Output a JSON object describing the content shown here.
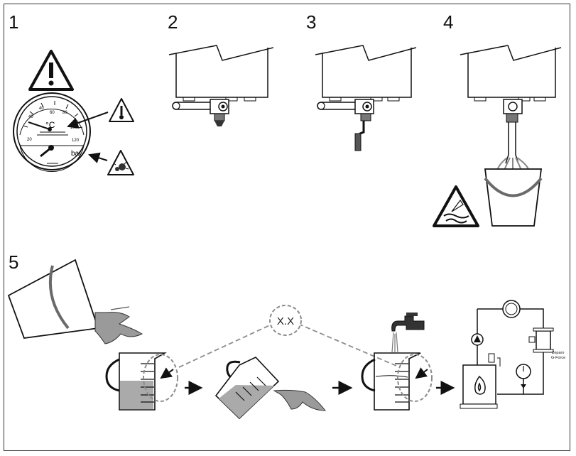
{
  "steps": {
    "s1": "1",
    "s2": "2",
    "s3": "3",
    "s4": "4",
    "s5": "5"
  },
  "gauge": {
    "temp_unit": "°C",
    "pressure_unit": "bar",
    "ticks": [
      "20",
      "40",
      "60",
      "80",
      "100",
      "120"
    ]
  },
  "measure": {
    "callout": "X.X"
  },
  "filter": {
    "brand": "Zeparo",
    "model": "G-Force"
  },
  "colors": {
    "line": "#1a1a1a",
    "water": "#9a9a9a",
    "dashed": "#8c8c8c",
    "bucket_handle": "#6a6a6a"
  }
}
